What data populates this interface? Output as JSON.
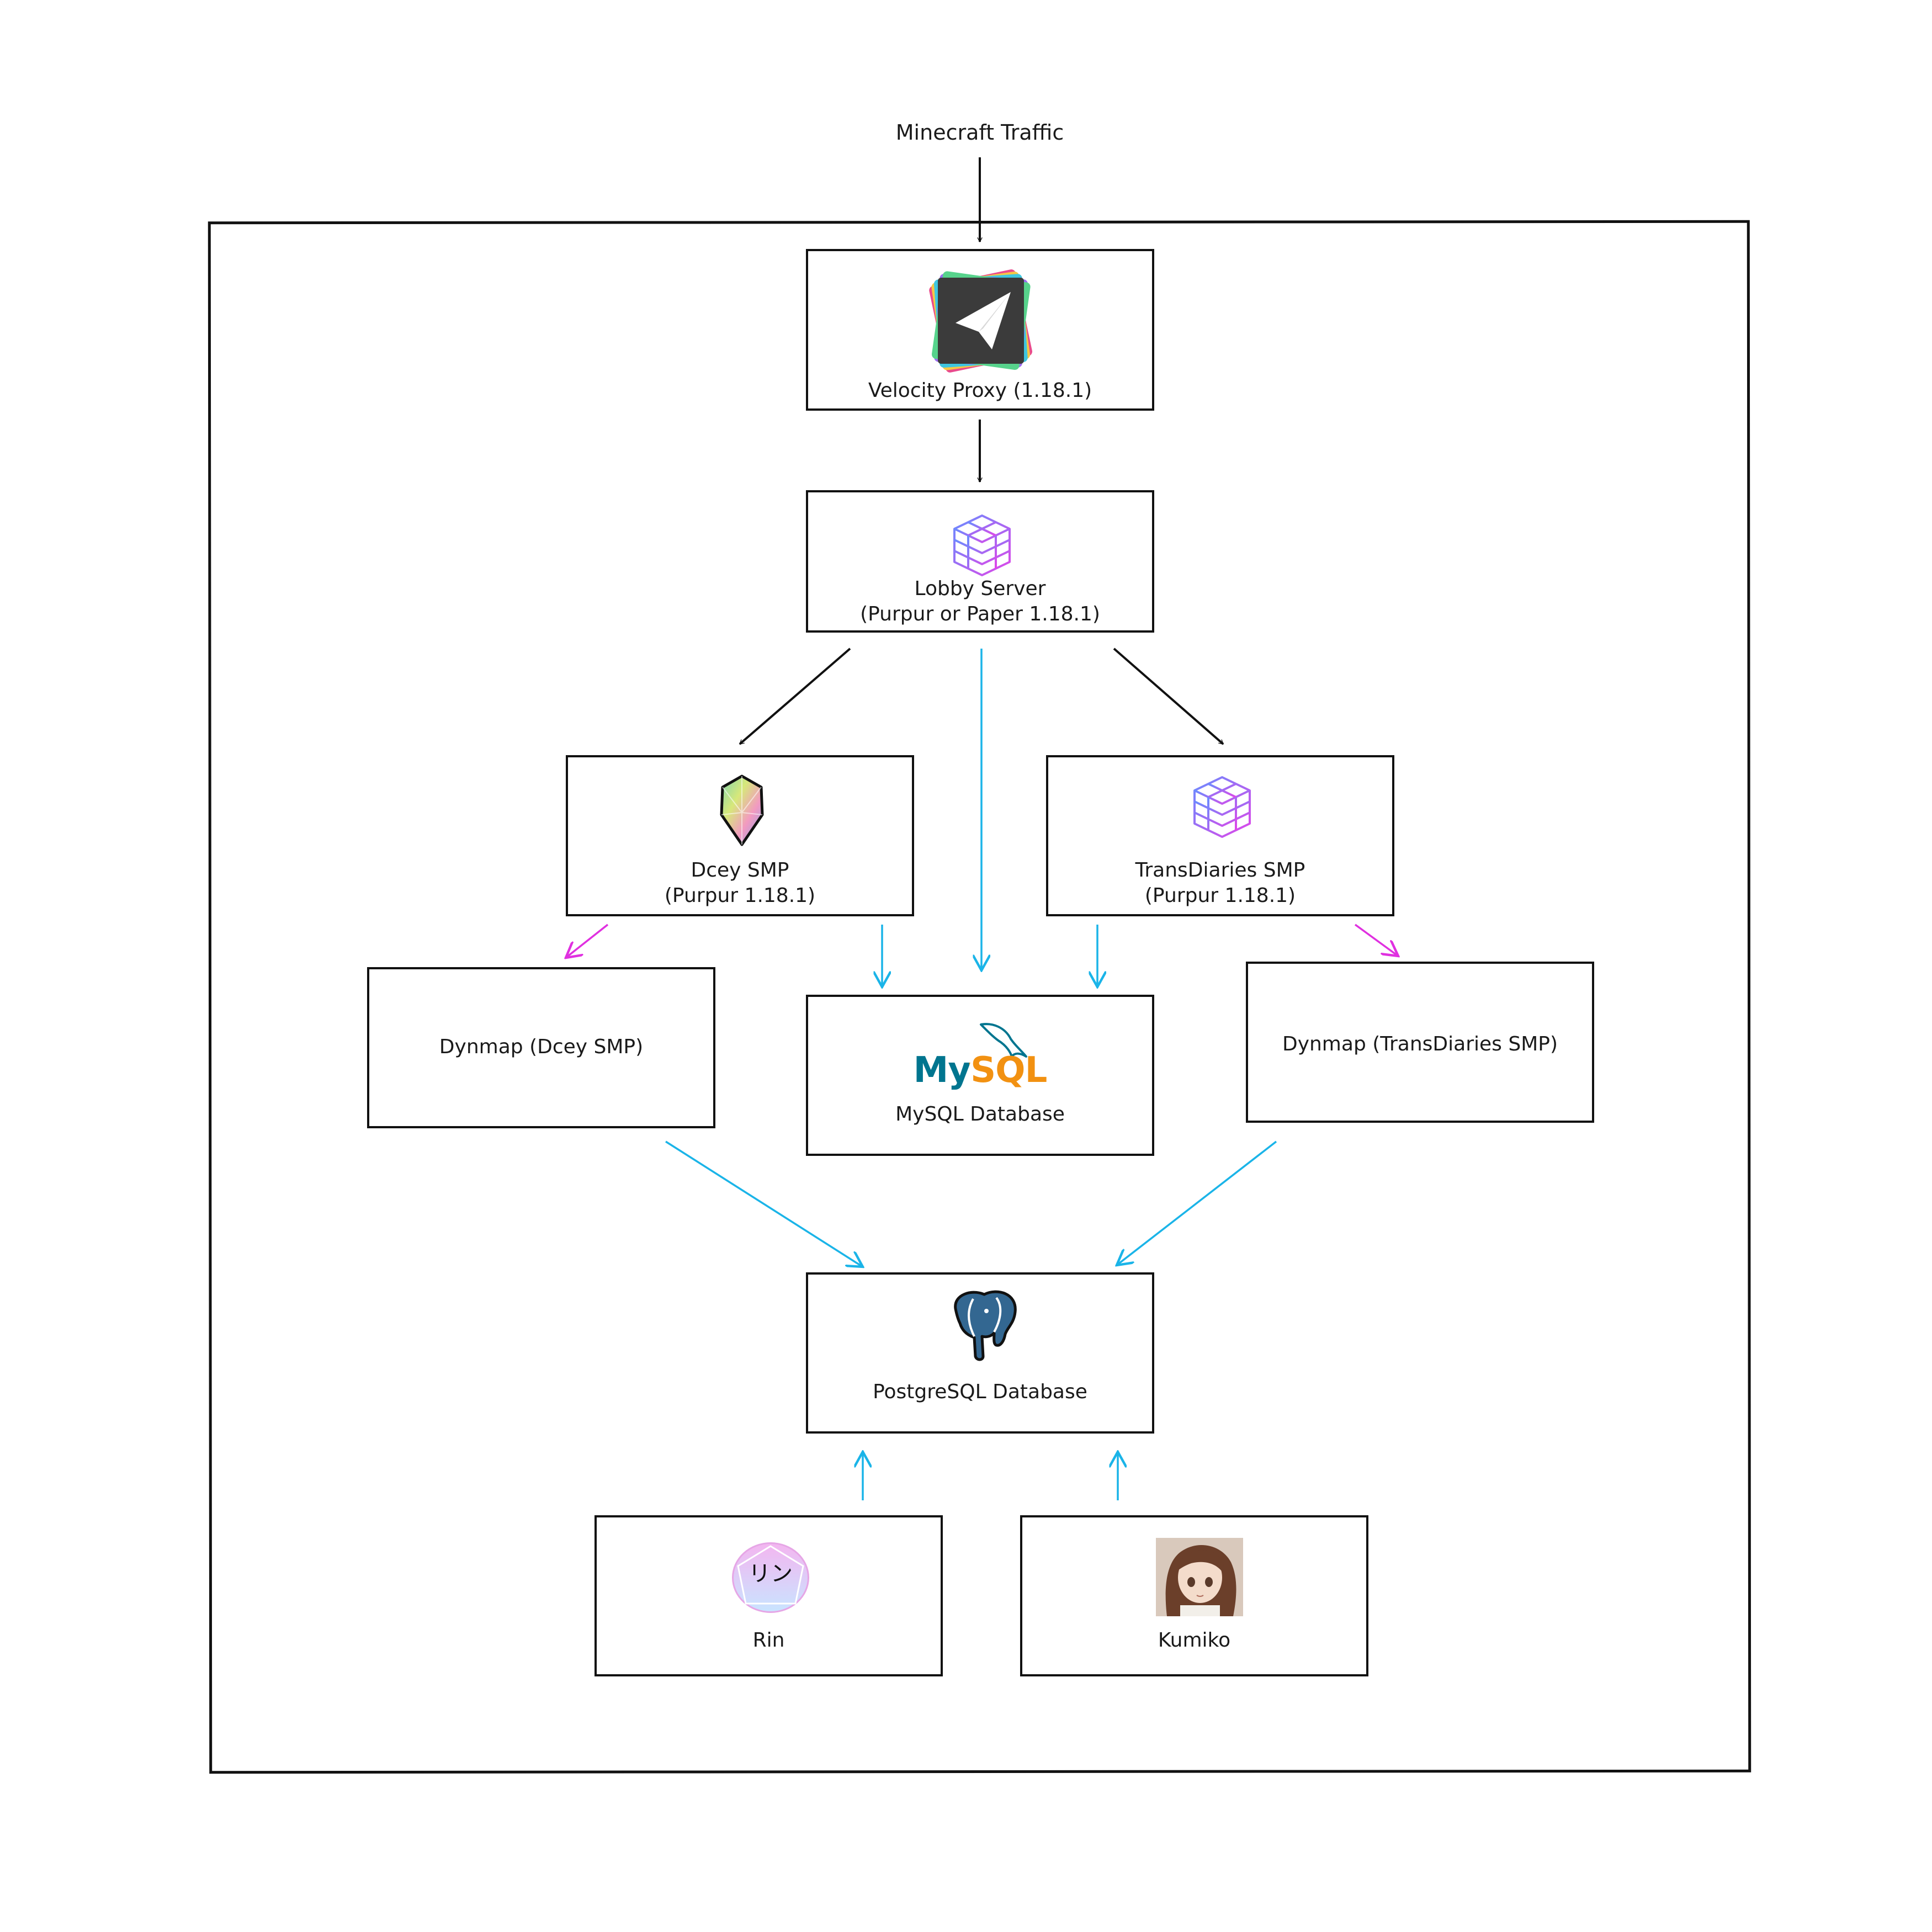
{
  "top_label": "Minecraft Traffic",
  "nodes": {
    "velocity": {
      "label": "Velocity Proxy (1.18.1)",
      "icon": "paper-plane-icon"
    },
    "lobby": {
      "line1": "Lobby Server",
      "line2": "(Purpur or Paper 1.18.1)",
      "icon": "cube-grid-icon"
    },
    "dcey": {
      "line1": "Dcey SMP",
      "line2": "(Purpur 1.18.1)",
      "icon": "crystal-shield-icon"
    },
    "transdiaries": {
      "line1": "TransDiaries SMP",
      "line2": "(Purpur 1.18.1)",
      "icon": "cube-grid-icon"
    },
    "dynmap_dcey": {
      "label": "Dynmap (Dcey SMP)"
    },
    "mysql": {
      "logo": "MySQL",
      "label": "MySQL Database",
      "icon": "mysql-dolphin-icon"
    },
    "dynmap_trans": {
      "label": "Dynmap (TransDiaries SMP)"
    },
    "postgres": {
      "label": "PostgreSQL Database",
      "icon": "postgresql-elephant-icon"
    },
    "rin": {
      "label": "Rin",
      "avatar_text": "リン",
      "icon": "rin-avatar-icon"
    },
    "kumiko": {
      "label": "Kumiko",
      "icon": "kumiko-avatar-icon"
    }
  },
  "colors": {
    "black_arrow": "#111111",
    "cyan_arrow": "#1ab4e8",
    "magenta_arrow": "#e030e0",
    "mysql_blue": "#00758f",
    "mysql_orange": "#f29111",
    "postgres_blue": "#336791"
  }
}
